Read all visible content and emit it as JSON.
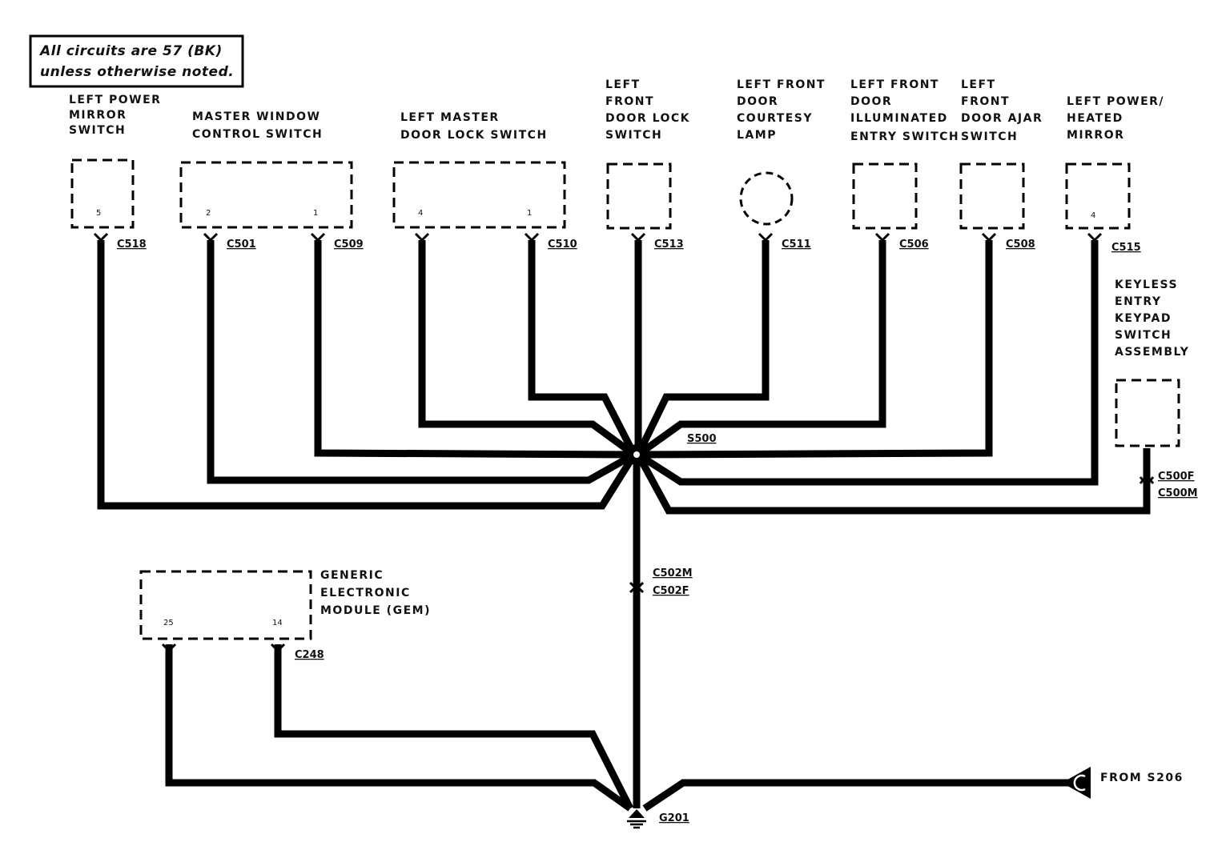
{
  "note": {
    "line1": "All circuits are 57 (BK)",
    "line2": "unless otherwise noted."
  },
  "components": {
    "mirror_switch": {
      "l1": "LEFT POWER",
      "l2": "MIRROR",
      "l3": "SWITCH",
      "pin": "5",
      "conn": "C518"
    },
    "window_switch": {
      "l1": "MASTER WINDOW",
      "l2": "CONTROL SWITCH",
      "pin_a": "2",
      "pin_b": "1",
      "conn_a": "C501",
      "conn_b": "C509"
    },
    "master_lock": {
      "l1": "LEFT MASTER",
      "l2": "DOOR LOCK SWITCH",
      "pin_a": "4",
      "pin_b": "1",
      "conn": "C510"
    },
    "door_lock": {
      "l1": "LEFT",
      "l2": "FRONT",
      "l3": "DOOR LOCK",
      "l4": "SWITCH",
      "conn": "C513"
    },
    "courtesy_lamp": {
      "l1": "LEFT FRONT",
      "l2": "DOOR",
      "l3": "COURTESY",
      "l4": "LAMP",
      "conn": "C511"
    },
    "illum_switch": {
      "l1": "LEFT FRONT",
      "l2": "DOOR",
      "l3": "ILLUMINATED",
      "l4": "ENTRY SWITCH",
      "conn": "C506"
    },
    "ajar_switch": {
      "l1": "LEFT",
      "l2": "FRONT",
      "l3": "DOOR AJAR",
      "l4": "SWITCH",
      "conn": "C508"
    },
    "heated_mirror": {
      "l1": "LEFT POWER/",
      "l2": "HEATED",
      "l3": "MIRROR",
      "pin": "4",
      "conn": "C515"
    },
    "keypad": {
      "l1": "KEYLESS",
      "l2": "ENTRY",
      "l3": "KEYPAD",
      "l4": "SWITCH",
      "l5": "ASSEMBLY",
      "conn_f": "C500F",
      "conn_m": "C500M"
    },
    "gem": {
      "l1": "GENERIC",
      "l2": "ELECTRONIC",
      "l3": "MODULE (GEM)",
      "pin_a": "25",
      "pin_b": "14",
      "conn": "C248"
    }
  },
  "splice": "S500",
  "inline_connector": {
    "m": "C502M",
    "f": "C502F"
  },
  "ground": "G201",
  "from_splice": "FROM S206"
}
